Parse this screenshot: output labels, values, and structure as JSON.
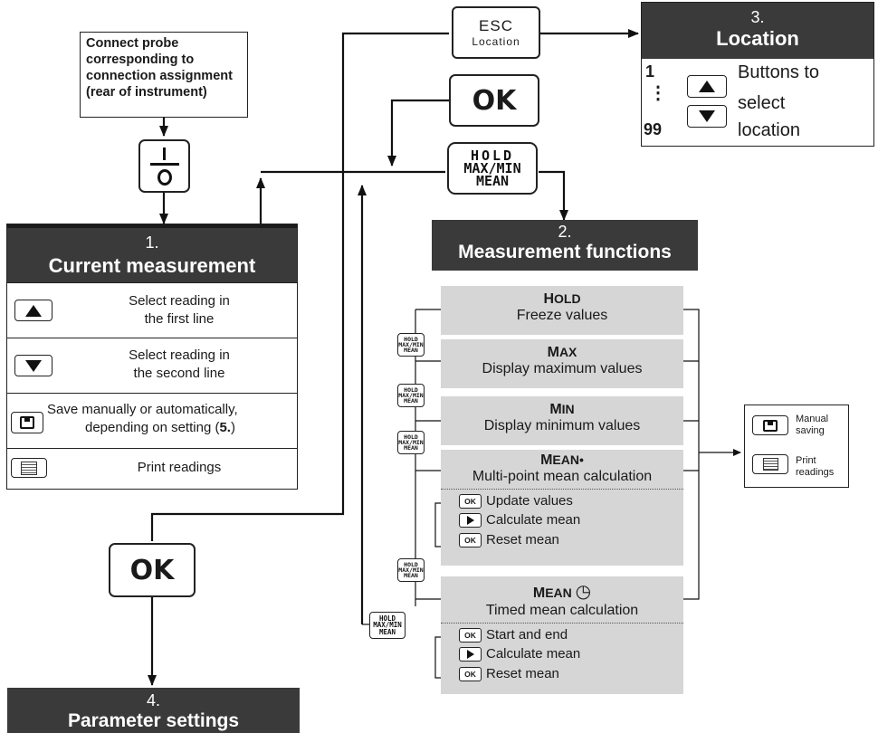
{
  "connect_box": {
    "text": "Connect probe corresponding to connection assignment (rear of instrument)"
  },
  "power_key": {
    "top": "I",
    "bottom": "O"
  },
  "current_measurement": {
    "number": "1.",
    "title": "Current measurement",
    "rows": [
      {
        "icon": "arrow-up-icon",
        "line1": "Select reading in",
        "line2": "the first line"
      },
      {
        "icon": "arrow-down-icon",
        "line1": "Select reading in",
        "line2": "the second line"
      },
      {
        "icon": "save-icon",
        "line1": "Save manually or automatically,",
        "line2_pre": "depending on setting (",
        "line2_bold": "5.",
        "line2_post": ")"
      },
      {
        "icon": "print-icon",
        "line1": "Print readings"
      }
    ]
  },
  "esc_key": {
    "line1": "ESC",
    "line2": "Location"
  },
  "ok_key": {
    "label": "OK"
  },
  "hold_key": {
    "line1": "HOLD",
    "line2": "MAX/MIN",
    "line3": "MEAN"
  },
  "location": {
    "number": "3.",
    "title": "Location",
    "range_start": "1",
    "range_dots": "⋮",
    "range_end": "99",
    "text1": "Buttons to",
    "text2": "select",
    "text3": "location"
  },
  "measurement_functions": {
    "number": "2.",
    "title": "Measurement functions",
    "items": [
      {
        "title_cap": "H",
        "title_rest": "OLD",
        "desc": "Freeze values"
      },
      {
        "title_cap": "M",
        "title_rest": "AX",
        "desc": "Display maximum values"
      },
      {
        "title_cap": "M",
        "title_rest": "IN",
        "desc": "Display minimum values"
      },
      {
        "title_cap": "M",
        "title_rest": "EAN•",
        "desc": "Multi-point mean calculation",
        "sub": [
          {
            "key": "OK",
            "text": "Update values"
          },
          {
            "key": "▶",
            "text": "Calculate mean"
          },
          {
            "key": "OK",
            "text": "Reset mean"
          }
        ]
      },
      {
        "title_cap": "M",
        "title_rest": "EAN",
        "title_symbol": "◷",
        "desc": "Timed mean calculation",
        "sub": [
          {
            "key": "OK",
            "text": "Start and end"
          },
          {
            "key": "▶",
            "text": "Calculate mean"
          },
          {
            "key": "OK",
            "text": "Reset mean"
          }
        ]
      }
    ]
  },
  "output_box": {
    "manual_line1": "Manual",
    "manual_line2": "saving",
    "print_line1": "Print",
    "print_line2": "readings"
  },
  "ok_key_large": {
    "label": "OK"
  },
  "parameter_settings": {
    "number": "4.",
    "title": "Parameter settings"
  },
  "mini_hold": {
    "line1": "HOLD",
    "line2": "MAX/MIN",
    "line3": "MEAN"
  }
}
